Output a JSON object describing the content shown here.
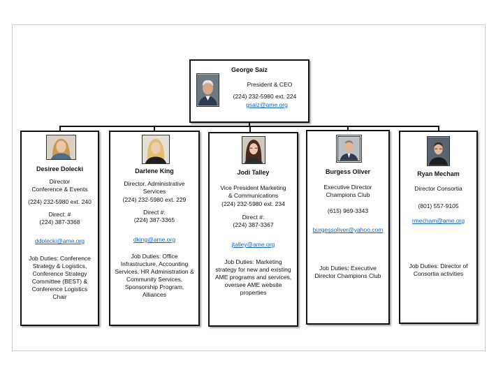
{
  "ceo": {
    "name": "George Saiz",
    "title": "President & CEO",
    "phone": "(224) 232-5980 ext. 224",
    "email": "gsaiz@ame.org"
  },
  "staff": [
    {
      "name": "Desiree Dolecki",
      "title": "Director\nConference & Events",
      "phone": "(224) 232-5980 ext. 240",
      "direct": "Direct: #\n(224) 387-3368",
      "email": "ddolecki@ame.org",
      "duties": "Job Duties: Conference Strategy & Logistics, Conference Strategy Committee (BEST) & Conference Logistics Chair"
    },
    {
      "name": "Darlene King",
      "title": "Director, Administrative Services",
      "phone": "(224) 232-5980 ext. 229",
      "direct": "Direct #:\n(224) 387-3365",
      "email": "dking@ame.org",
      "duties": "Job Duties: Office Infrastructure, Accounting Services, HR Administration & Community Services, Sponsorship Program, Alliances"
    },
    {
      "name": "Jodi Talley",
      "title": "Vice President Marketing & Communications",
      "phone": "(224) 232-5980 ext. 234",
      "direct": "Direct #:\n(224) 387-3367",
      "email": "jtalley@ame.org",
      "duties": "Job Duties: Marketing strategy for new and existing AME programs and services, oversee AME website properties"
    },
    {
      "name": "Burgess Oliver",
      "title": "Executive Director Champions Club",
      "phone": "(615) 969-3343",
      "direct": "",
      "email": "burgessoliver@yahoo.com",
      "duties": "Job Duties: Executive Director Champions Club"
    },
    {
      "name": "Ryan Mecham",
      "title": "Director Consortia",
      "phone": "(801) 557-9105",
      "direct": "",
      "email": "rmecham@ame.org",
      "duties": "Job Duties: Director of Consortia activities"
    }
  ]
}
